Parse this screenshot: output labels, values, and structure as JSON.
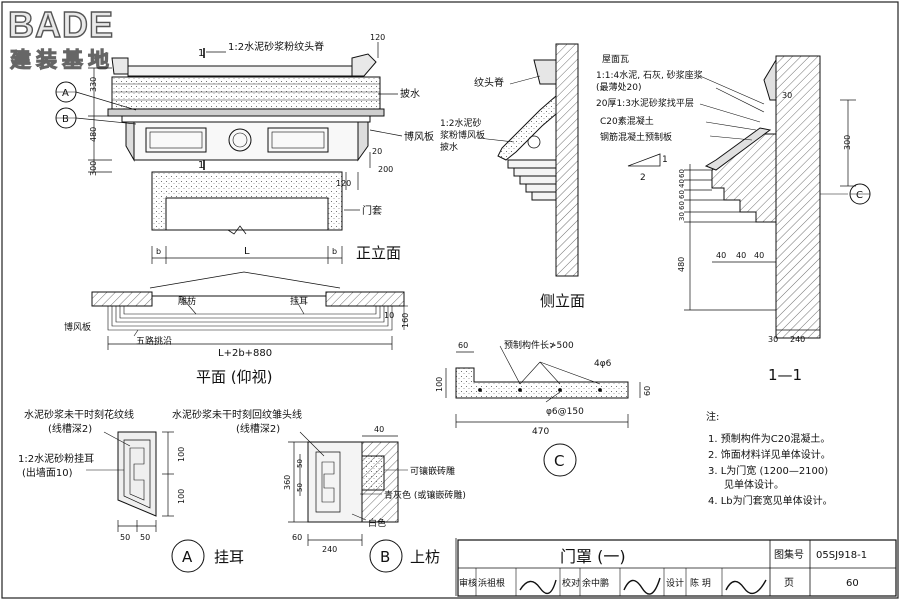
{
  "logo": {
    "brand": "BADE",
    "subtitle": "建装基地"
  },
  "front": {
    "title": "正立面",
    "note_top": "1:2水泥砂浆粉纹头脊",
    "section_mark": "1",
    "callout_a": "A",
    "callout_b": "B",
    "lbl_drip": "披水",
    "lbl_barge": "博风板",
    "lbl_frame": "门套",
    "dims": {
      "d120a": "120",
      "d330": "330",
      "d480": "480",
      "d300": "300",
      "d20": "20",
      "d200": "200",
      "d120b": "120",
      "L": "L",
      "b1": "b",
      "b2": "b"
    }
  },
  "plan": {
    "title": "平面 (仰视)",
    "lbl_carved": "雕枋",
    "lbl_ear": "挂耳",
    "lbl_barge": "博风板",
    "lbl_eaves": "五路挑沿",
    "dim_total": "L+2b+880",
    "dim_10": "10",
    "dim_160": "160"
  },
  "side": {
    "title": "侧立面",
    "lbl_ridge": "纹头脊",
    "lbl_barge_1": "1:2水泥砂",
    "lbl_barge_2": "浆粉博风板",
    "lbl_barge_3": "披水"
  },
  "section": {
    "title": "1—1",
    "layer_1": "屋面瓦",
    "layer_2": "1:1:4水泥, 石灰, 砂浆座浆",
    "layer_2b": "(最薄处20)",
    "layer_3": "20厚1:3水泥砂浆找平层",
    "layer_4": "C20素混凝土",
    "layer_5": "钢筋混凝土预制板",
    "slope_1": "1",
    "slope_2": "2",
    "callout_c": "C",
    "dims": {
      "d30": "30",
      "d300": "300",
      "d60a": "60",
      "d40a": "40",
      "d60b": "60",
      "d60c": "60",
      "d30b": "30",
      "d480": "480",
      "d40b": "40",
      "d40c": "40",
      "d40d": "40",
      "d30c": "30",
      "d240": "240"
    }
  },
  "detailC": {
    "lbl_len": "预制构件长≯500",
    "lbl_bar": "4φ6",
    "lbl_stirrup": "φ6@150",
    "dim_60a": "60",
    "dim_100": "100",
    "dim_60b": "60",
    "dim_470": "470",
    "mark": "C"
  },
  "detailA": {
    "note_1": "水泥砂浆未干时刻花纹线",
    "note_1b": "(线槽深2)",
    "note_2": "1:2水泥砂粉挂耳",
    "note_2b": "(出墙面10)",
    "dim_100a": "100",
    "dim_100b": "100",
    "dim_50a": "50",
    "dim_50b": "50",
    "mark": "A",
    "title": "挂耳"
  },
  "detailB": {
    "note_1": "水泥砂浆未干时刻回纹雏头线",
    "note_1b": "(线槽深2)",
    "lbl_tile": "可镶嵌砖雕",
    "lbl_grey": "青灰色 (或镶嵌砖雕)",
    "lbl_white": "白色",
    "dim_40": "40",
    "dim_50a": "50",
    "dim_50b": "50",
    "dim_360": "360",
    "dim_60": "60",
    "dim_240": "240",
    "mark": "B",
    "title": "上枋"
  },
  "notes": {
    "heading": "注:",
    "n1": "1. 预制构件为C20混凝土。",
    "n2": "2. 饰面材料详见单体设计。",
    "n3": "3. L为门宽 (1200—2100)",
    "n3b": "见单体设计。",
    "n4": "4. Lb为门套宽见单体设计。"
  },
  "titleblock": {
    "title": "门罩 (一)",
    "atlas_label": "图集号",
    "atlas_no": "05SJ918-1",
    "review_label": "审核",
    "reviewer": "浜祖根",
    "check_label": "校对",
    "checker": "余中鹏",
    "design_label": "设计",
    "designer": "陈 玥",
    "page_label": "页",
    "page_no": "60"
  }
}
